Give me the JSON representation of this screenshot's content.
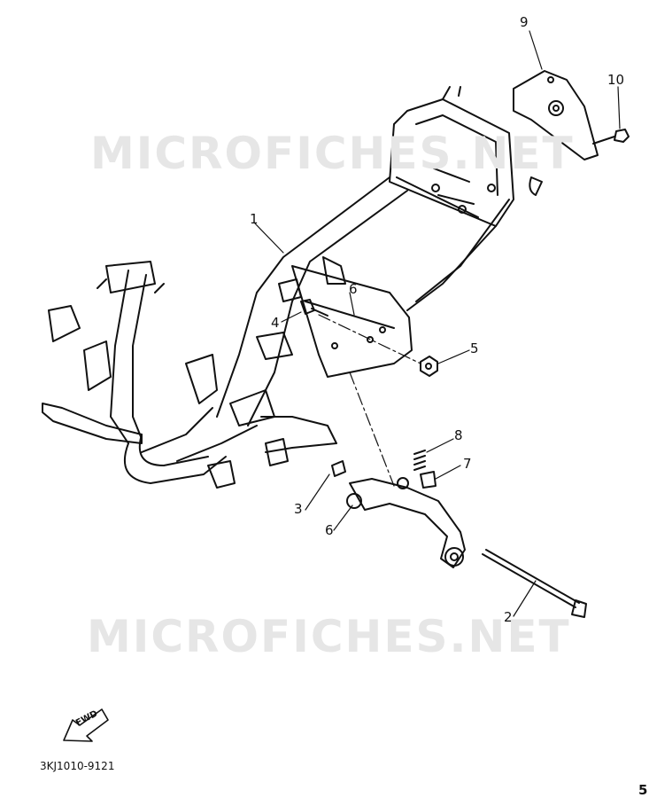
{
  "watermark": {
    "top": "MICROFICHES.NET",
    "bottom": "MICROFICHES.NET"
  },
  "callouts": {
    "c1": "1",
    "c2": "2",
    "c3": "3",
    "c4": "4",
    "c5": "5",
    "c6a": "6",
    "c6b": "6",
    "c7": "7",
    "c8": "8",
    "c9": "9",
    "c10": "10"
  },
  "fwd_label": "FWD",
  "part_code": "3KJ1010-9121",
  "corner_mark": "5"
}
